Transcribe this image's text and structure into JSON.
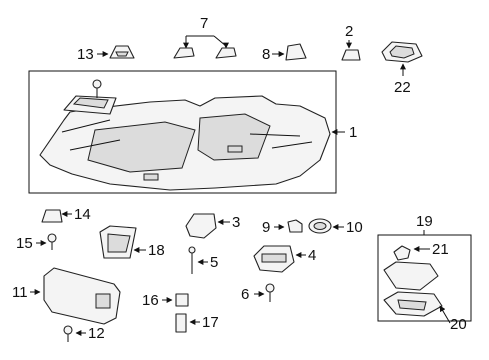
{
  "diagram": {
    "callouts": [
      {
        "id": "1",
        "text": "1"
      },
      {
        "id": "2",
        "text": "2"
      },
      {
        "id": "3",
        "text": "3"
      },
      {
        "id": "4",
        "text": "4"
      },
      {
        "id": "5",
        "text": "5"
      },
      {
        "id": "6",
        "text": "6"
      },
      {
        "id": "7",
        "text": "7"
      },
      {
        "id": "8",
        "text": "8"
      },
      {
        "id": "9",
        "text": "9"
      },
      {
        "id": "10",
        "text": "10"
      },
      {
        "id": "11",
        "text": "11"
      },
      {
        "id": "12",
        "text": "12"
      },
      {
        "id": "13",
        "text": "13"
      },
      {
        "id": "14",
        "text": "14"
      },
      {
        "id": "15",
        "text": "15"
      },
      {
        "id": "16",
        "text": "16"
      },
      {
        "id": "17",
        "text": "17"
      },
      {
        "id": "18",
        "text": "18"
      },
      {
        "id": "19",
        "text": "19"
      },
      {
        "id": "20",
        "text": "20"
      },
      {
        "id": "21",
        "text": "21"
      },
      {
        "id": "22",
        "text": "22"
      }
    ],
    "colors": {
      "ink": "#111111",
      "fill": "#f4f4f4",
      "shade": "#dcdcdc",
      "background": "#ffffff"
    }
  }
}
